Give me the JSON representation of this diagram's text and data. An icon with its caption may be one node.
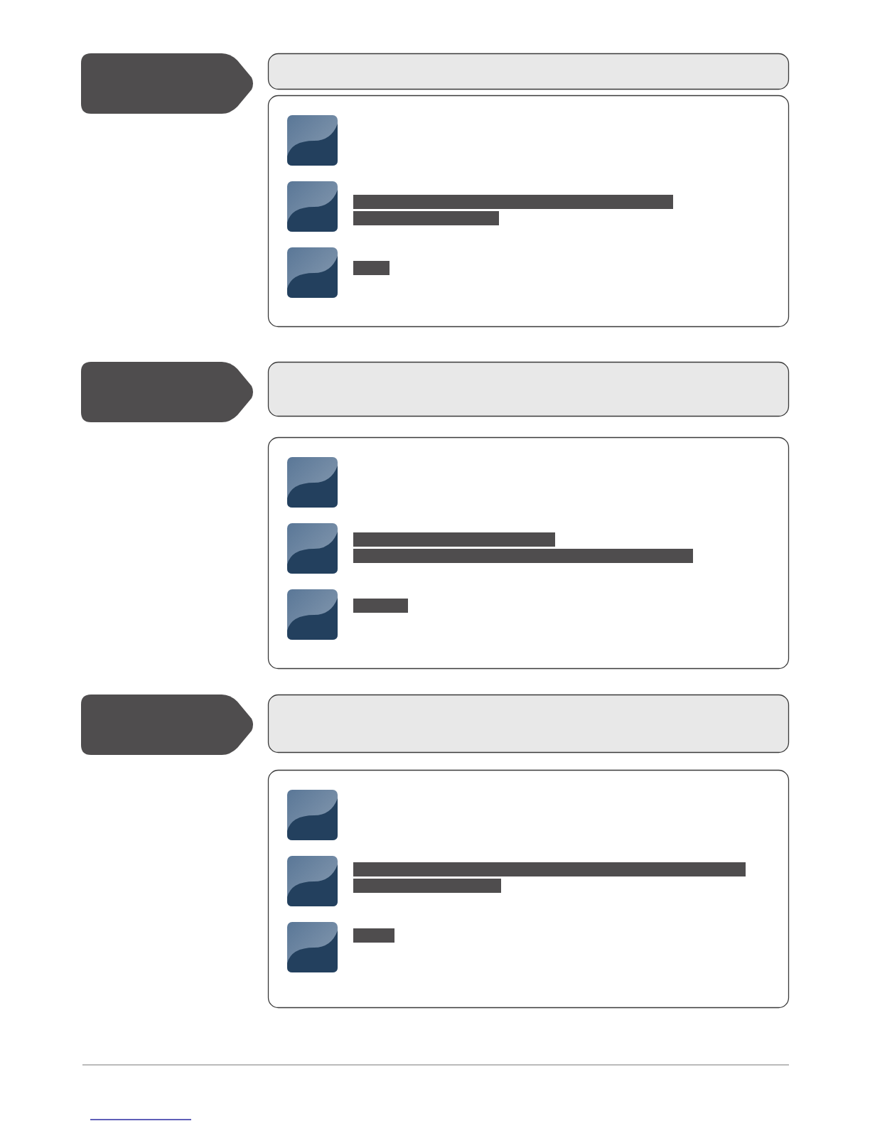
{
  "diagram": {
    "nodes": [
      {
        "text": [],
        "shape": "tag"
      },
      {
        "text": [],
        "shape": "box"
      },
      {
        "text": [],
        "shape": "box"
      },
      {
        "text": [],
        "shape": "box",
        "in": 2
      },
      {
        "text": [],
        "shape": "box",
        "in": 2
      },
      {
        "text": [],
        "shape": "box",
        "in": 2
      },
      {
        "text": [],
        "shape": "tag"
      },
      {
        "text": [],
        "shape": "box"
      },
      {
        "text": [],
        "shape": "box"
      },
      {
        "text": [],
        "shape": "box",
        "in": 8
      },
      {
        "text": [],
        "shape": "box",
        "in": 8
      },
      {
        "text": [],
        "shape": "box",
        "in": 8
      },
      {
        "text": [],
        "shape": "tag"
      },
      {
        "text": [],
        "shape": "box"
      },
      {
        "text": [],
        "shape": "box"
      },
      {
        "text": [],
        "shape": "box",
        "in": 14
      },
      {
        "text": [],
        "shape": "box",
        "in": 14
      },
      {
        "text": [],
        "shape": "box",
        "in": 14
      }
    ]
  }
}
